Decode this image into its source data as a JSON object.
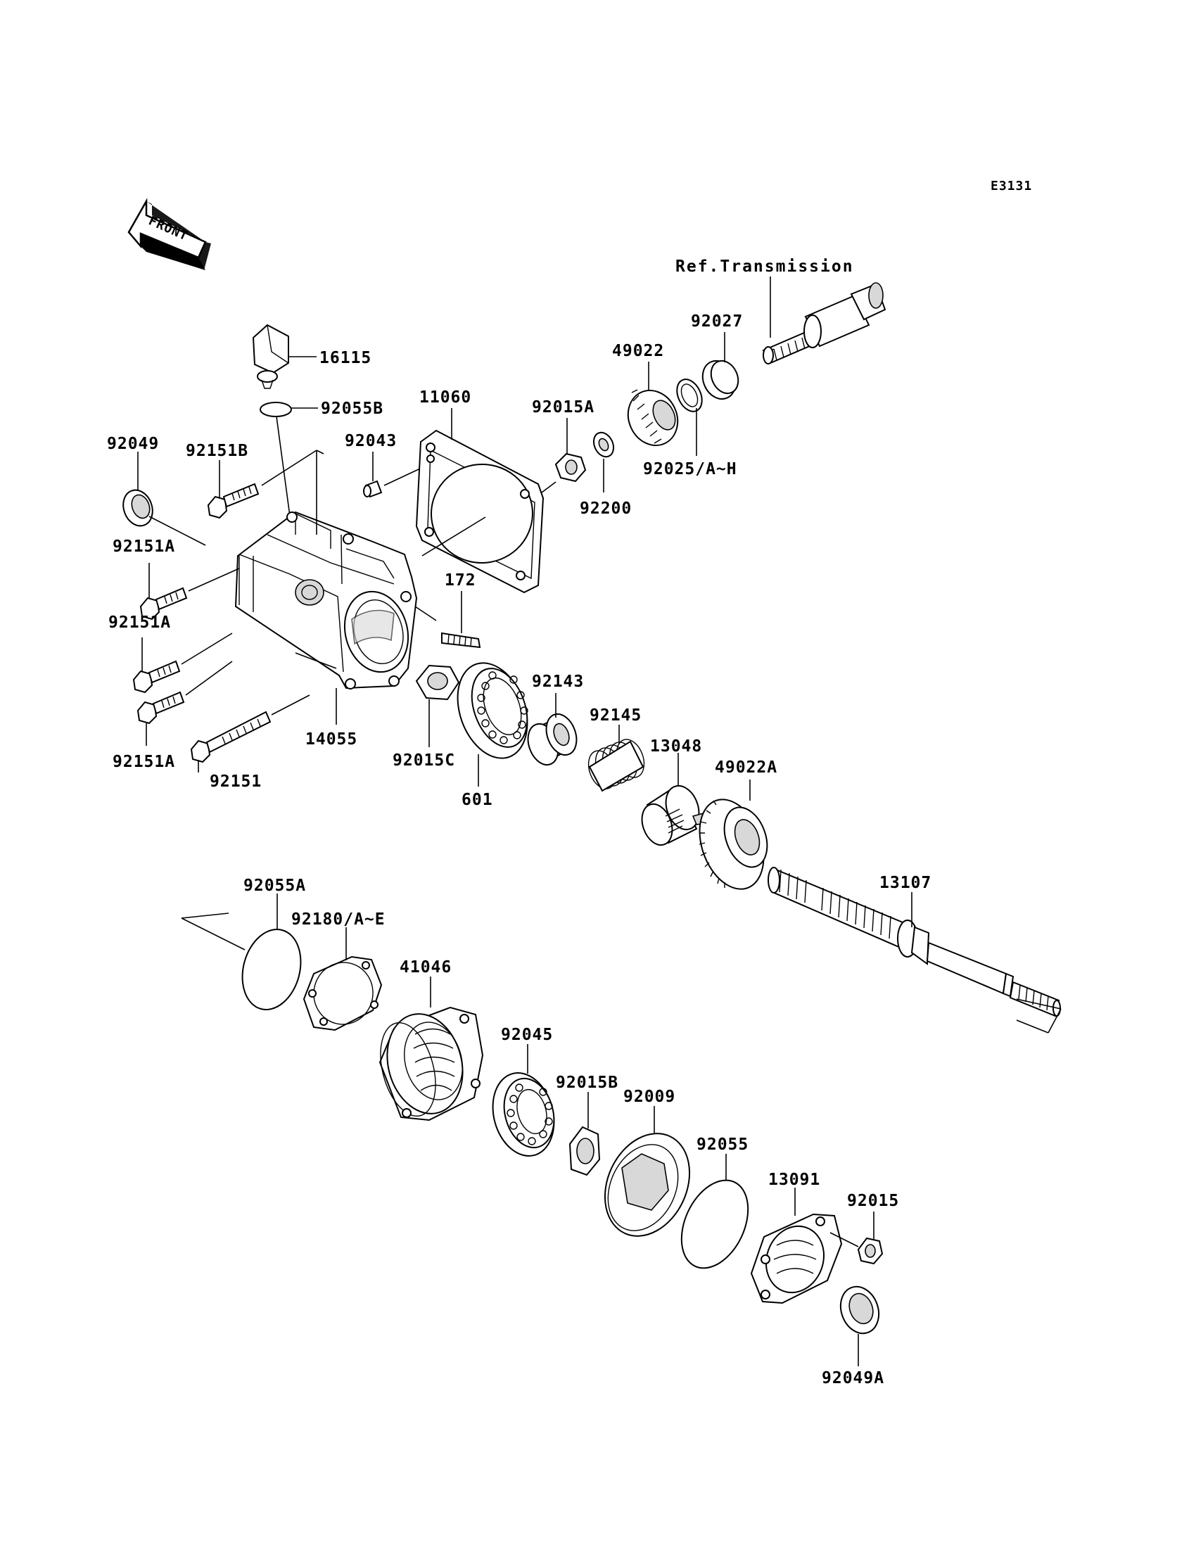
{
  "diagram_code": "E3131",
  "front_label": "FRONT",
  "ref_label": "Ref.Transmission",
  "labels": {
    "p16115": "16115",
    "p92055B": "92055B",
    "p92049": "92049",
    "p92151B": "92151B",
    "p92043": "92043",
    "p11060": "11060",
    "p92015A": "92015A",
    "p49022": "49022",
    "p92027": "92027",
    "p92025": "92025/A~H",
    "p92200": "92200",
    "p92151A_1": "92151A",
    "p92151A_2": "92151A",
    "p92151A_3": "92151A",
    "p172": "172",
    "p14055": "14055",
    "p92151": "92151",
    "p92015C": "92015C",
    "p601": "601",
    "p92143": "92143",
    "p92145": "92145",
    "p13048": "13048",
    "p49022A": "49022A",
    "p13107": "13107",
    "p92055A": "92055A",
    "p92180": "92180/A~E",
    "p41046": "41046",
    "p92045": "92045",
    "p92015B": "92015B",
    "p92009": "92009",
    "p92055": "92055",
    "p13091": "13091",
    "p92015": "92015",
    "p92049A": "92049A"
  }
}
